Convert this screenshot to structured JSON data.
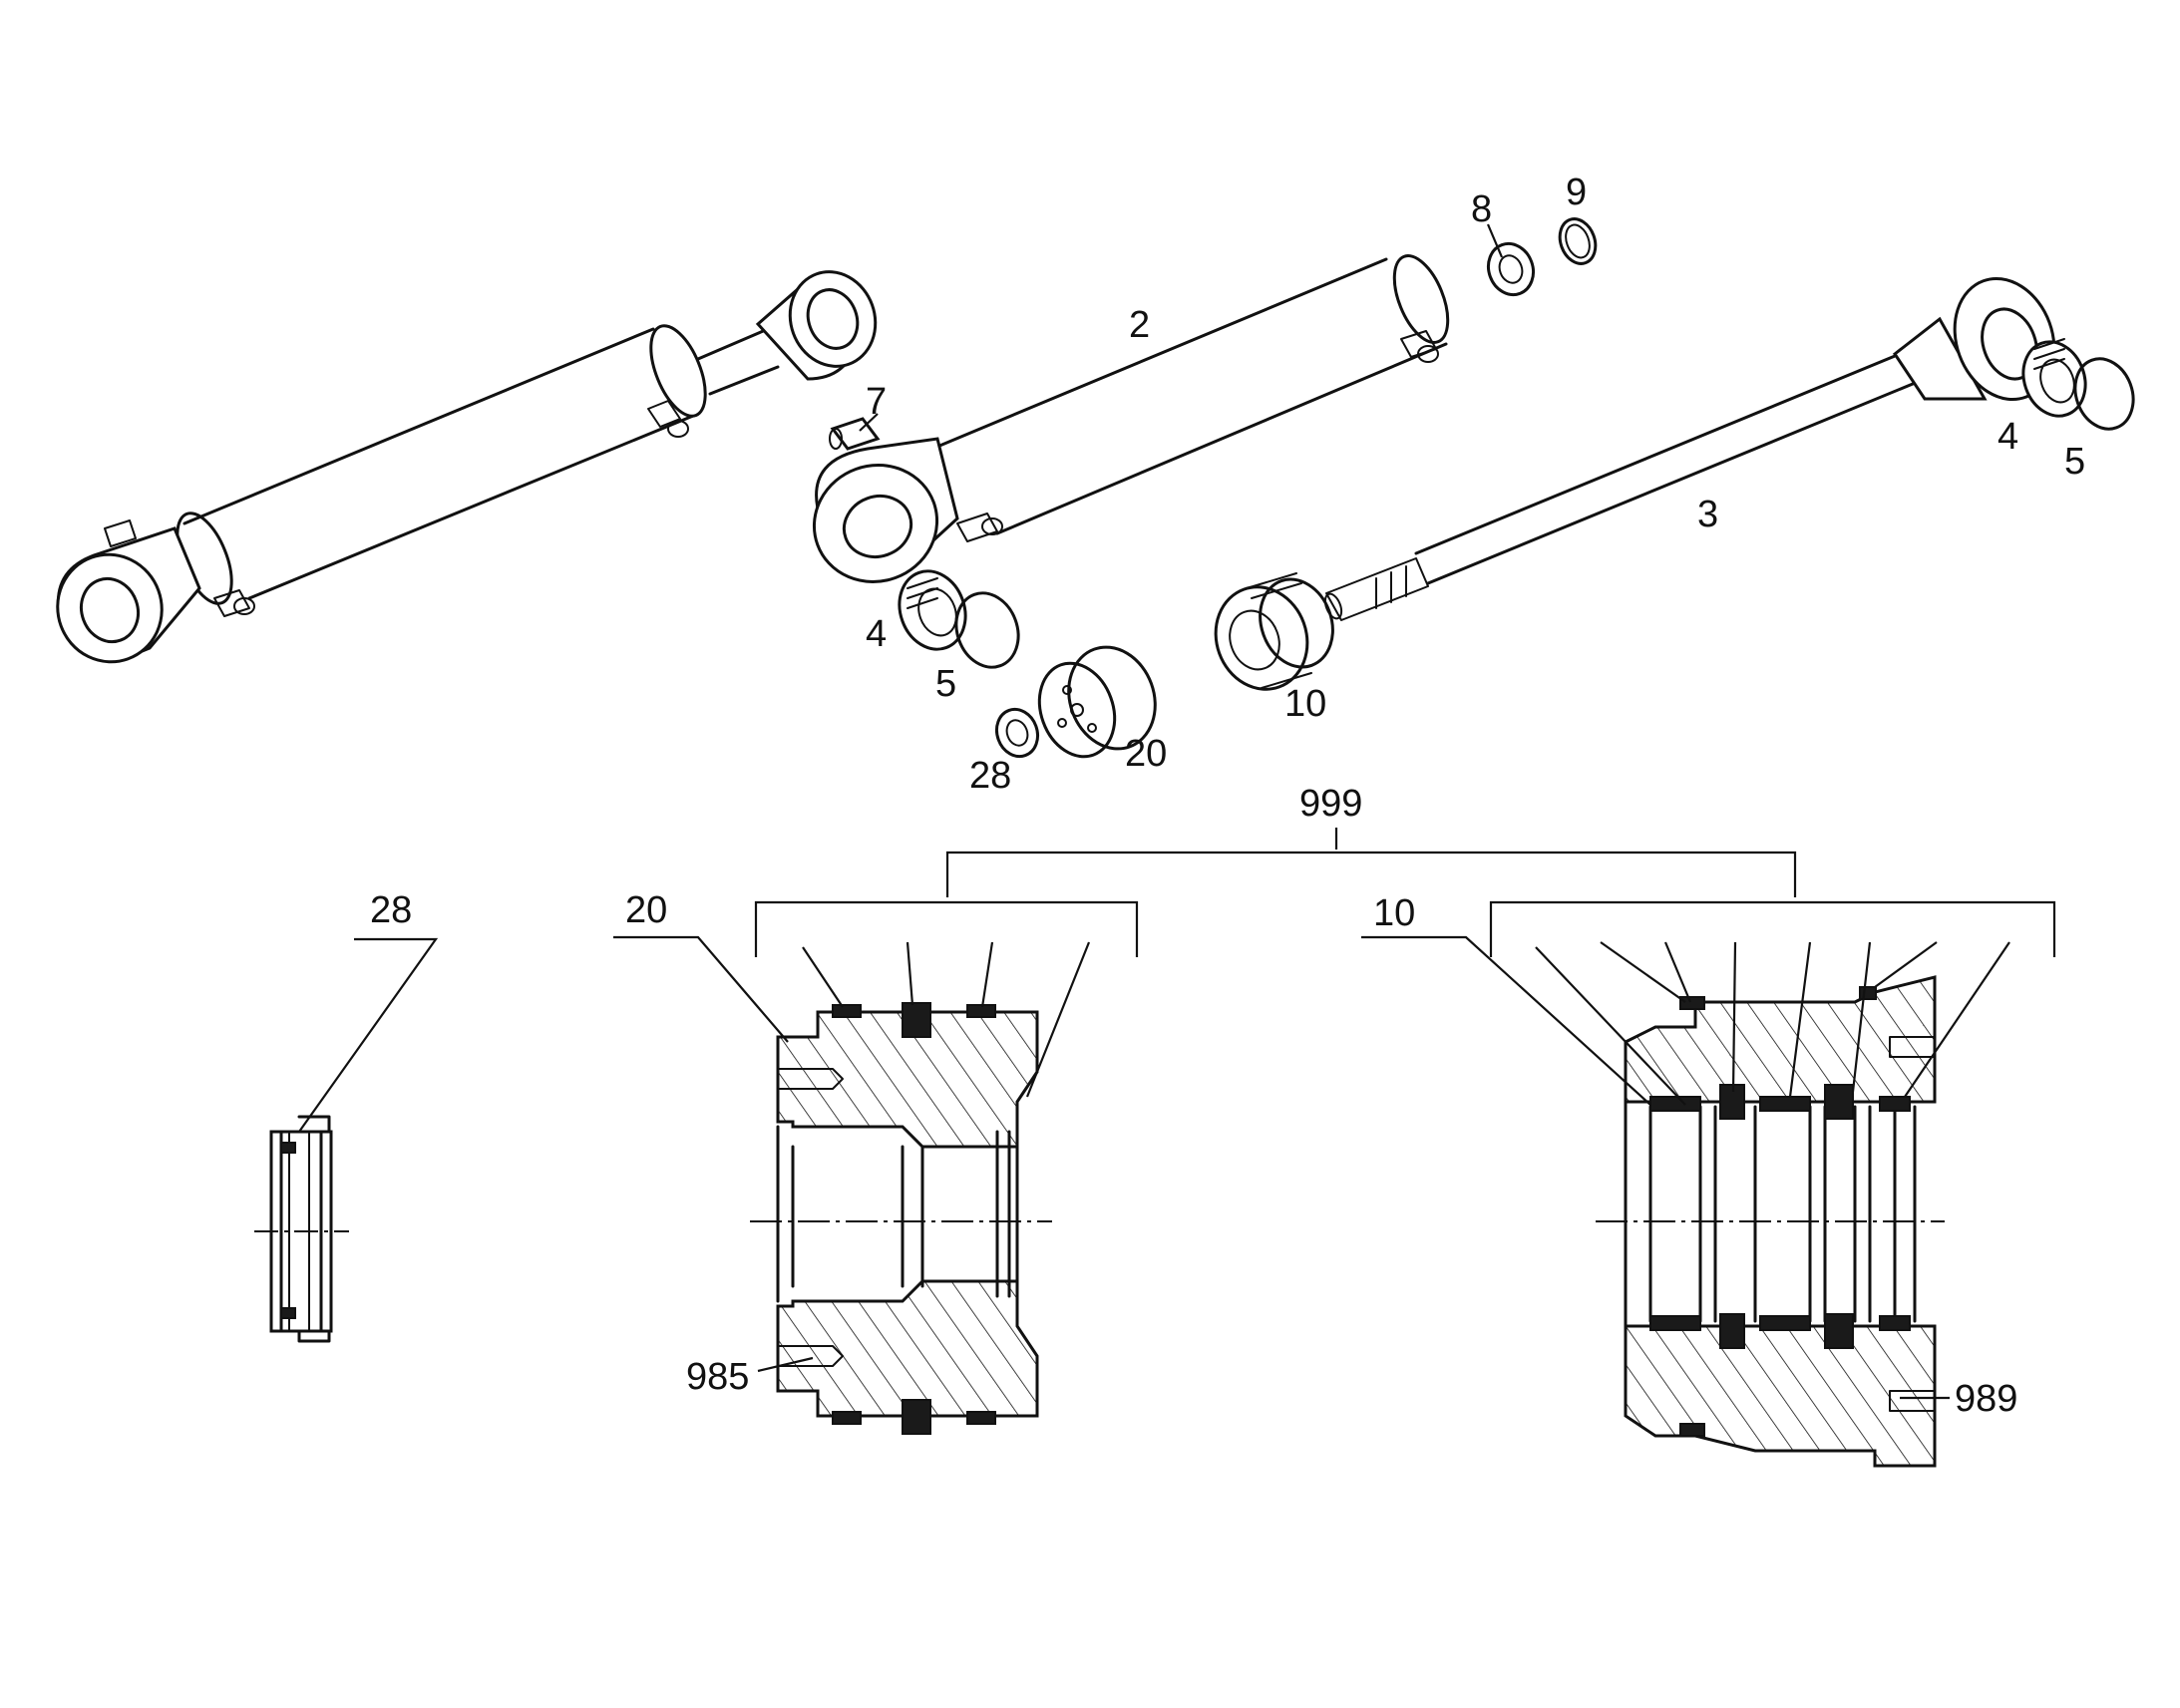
{
  "callouts": {
    "c2": "2",
    "c3": "3",
    "c4a": "4",
    "c5a": "5",
    "c4b": "4",
    "c5b": "5",
    "c7": "7",
    "c8": "8",
    "c9": "9",
    "c10a": "10",
    "c20a": "20",
    "c28a": "28",
    "c999": "999",
    "c28b": "28",
    "c20b": "20",
    "c10b": "10",
    "c985": "985",
    "c989": "989"
  },
  "colors": {
    "ink": "#111111",
    "background": "#ffffff",
    "hatch": "#111111",
    "seal": "#1a1a1a"
  },
  "icons": {
    "assembled_cylinder": "hydraulic-cylinder-drawing",
    "section_views": "hatched-cross-section"
  }
}
